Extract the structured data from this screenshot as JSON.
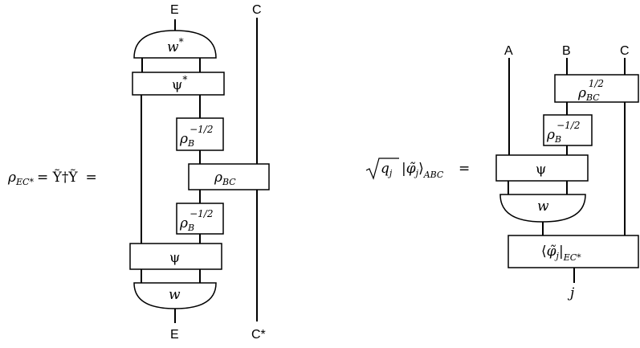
{
  "left_diagram": {
    "equation": {
      "rho": "ρ",
      "rho_sub": "EC*",
      "middle": "= Ỹ†Ỹ",
      "equals": "="
    },
    "top_labels": {
      "E": "E",
      "C": "C"
    },
    "bottom_labels": {
      "E": "E",
      "C_star": "C*"
    },
    "w_star": {
      "base": "w",
      "sup": "*"
    },
    "psi_star": {
      "base": "ψ",
      "sup": "*"
    },
    "rho_B_upper": {
      "base": "ρ",
      "sub": "B",
      "sup": "−1/2"
    },
    "rho_BC": {
      "base": "ρ",
      "sub": "BC"
    },
    "rho_B_lower": {
      "base": "ρ",
      "sub": "B",
      "sup": "−1/2"
    },
    "psi": "ψ",
    "w": "w"
  },
  "right_diagram": {
    "equation": {
      "sqrt_arg": "q",
      "sqrt_sub": "j",
      "ket_body": "|φ̃",
      "ket_sub": "j",
      "ket_close": "⟩",
      "ket_outer_sub": "ABC",
      "equals": "="
    },
    "top_labels": {
      "A": "A",
      "B": "B",
      "C": "C"
    },
    "rho_BC_half": {
      "base": "ρ",
      "sub": "BC",
      "sup": "1/2"
    },
    "rho_B": {
      "base": "ρ",
      "sub": "B",
      "sup": "−1/2"
    },
    "psi": "ψ",
    "w": "w",
    "bra": {
      "open": "⟨",
      "body": "φ̃",
      "sub": "j",
      "close": "|",
      "outer_sub": "EC*"
    },
    "output": "j"
  }
}
